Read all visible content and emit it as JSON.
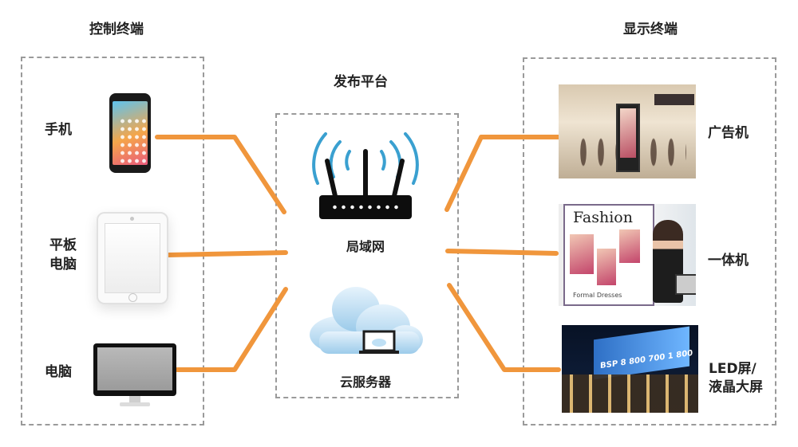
{
  "titles": {
    "left": "控制终端",
    "center": "发布平台",
    "right": "显示终端"
  },
  "control_terminals": [
    {
      "label": "手机",
      "icon": "smartphone-icon"
    },
    {
      "label_line1": "平板",
      "label_line2": "电脑",
      "icon": "tablet-icon"
    },
    {
      "label": "电脑",
      "icon": "desktop-monitor-icon"
    }
  ],
  "platform": {
    "lan_label": "局域网",
    "lan_icon": "wireless-router-icon",
    "cloud_label": "云服务器",
    "cloud_icon": "cloud-server-icon"
  },
  "display_terminals": [
    {
      "label": "广告机",
      "image": "mall-advertising-kiosk-photo"
    },
    {
      "label": "一体机",
      "image": "touchscreen-all-in-one-photo",
      "screen_word": "Fashion",
      "caption": "Formal Dresses"
    },
    {
      "label_line1": "LED屏/",
      "label_line2": "液晶大屏",
      "image": "led-building-screen-photo",
      "screen_brand": "BSP",
      "screen_number": "8 800 700 1 800"
    }
  ],
  "colors": {
    "connector": "#f0963c",
    "border": "#9a9a9a",
    "wifi_wave": "#3aa0d0",
    "cloud": "#bfe0f5"
  }
}
